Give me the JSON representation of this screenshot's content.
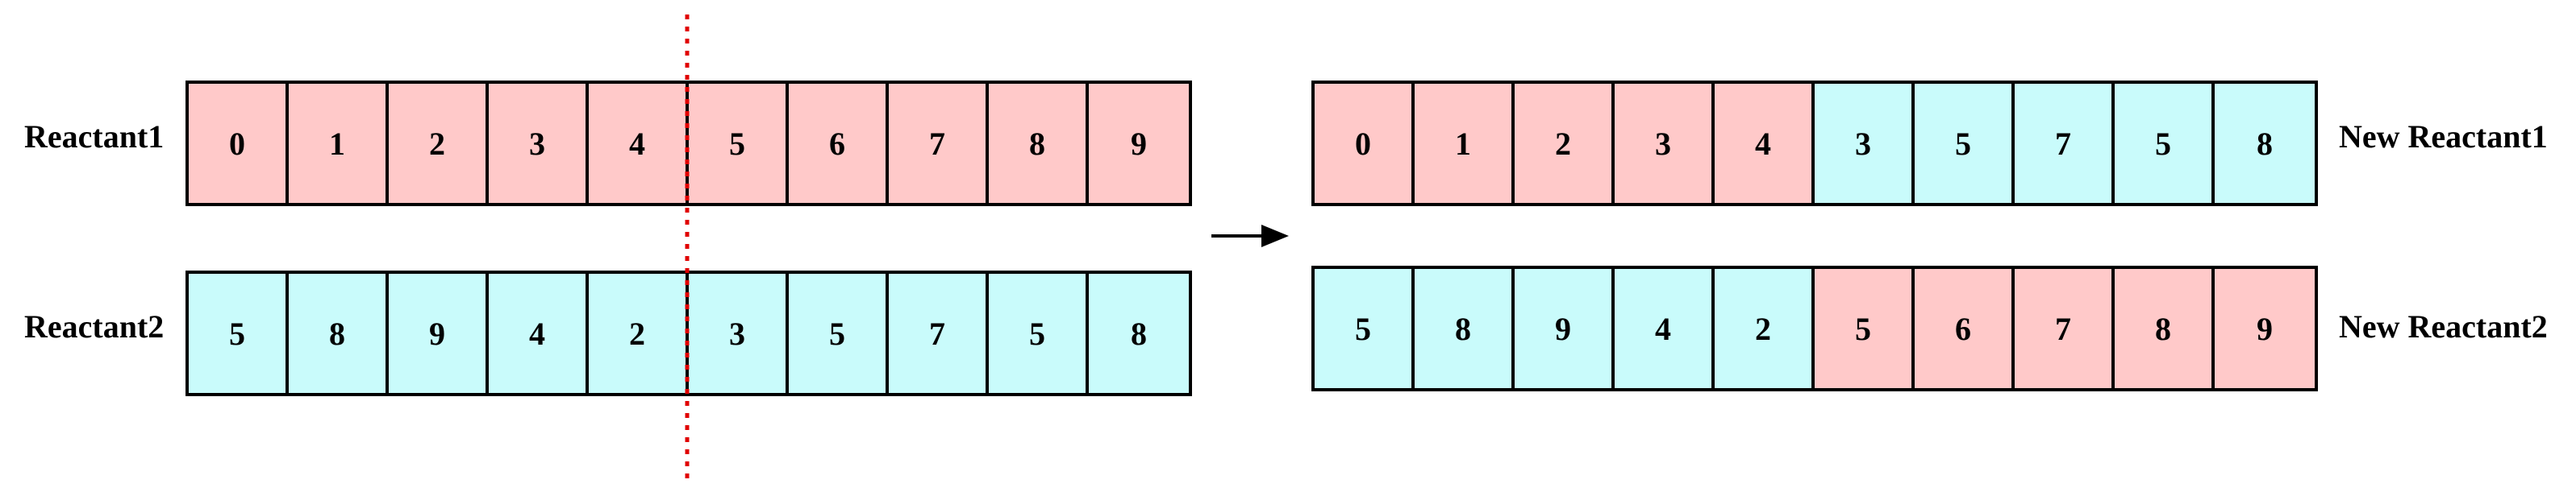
{
  "colors": {
    "parent1": "#ffc9c9",
    "parent2": "#c9fbfb",
    "border": "#000000",
    "cut_line": "#e00000"
  },
  "rows": [
    {
      "label": "Reactant1",
      "cells": [
        {
          "v": "0",
          "c": "parent1"
        },
        {
          "v": "1",
          "c": "parent1"
        },
        {
          "v": "2",
          "c": "parent1"
        },
        {
          "v": "3",
          "c": "parent1"
        },
        {
          "v": "4",
          "c": "parent1"
        },
        {
          "v": "5",
          "c": "parent1"
        },
        {
          "v": "6",
          "c": "parent1"
        },
        {
          "v": "7",
          "c": "parent1"
        },
        {
          "v": "8",
          "c": "parent1"
        },
        {
          "v": "9",
          "c": "parent1"
        }
      ]
    },
    {
      "label": "Reactant2",
      "cells": [
        {
          "v": "5",
          "c": "parent2"
        },
        {
          "v": "8",
          "c": "parent2"
        },
        {
          "v": "9",
          "c": "parent2"
        },
        {
          "v": "4",
          "c": "parent2"
        },
        {
          "v": "2",
          "c": "parent2"
        },
        {
          "v": "3",
          "c": "parent2"
        },
        {
          "v": "5",
          "c": "parent2"
        },
        {
          "v": "7",
          "c": "parent2"
        },
        {
          "v": "5",
          "c": "parent2"
        },
        {
          "v": "8",
          "c": "parent2"
        }
      ]
    },
    {
      "label": "New Reactant1",
      "cells": [
        {
          "v": "0",
          "c": "parent1"
        },
        {
          "v": "1",
          "c": "parent1"
        },
        {
          "v": "2",
          "c": "parent1"
        },
        {
          "v": "3",
          "c": "parent1"
        },
        {
          "v": "4",
          "c": "parent1"
        },
        {
          "v": "3",
          "c": "parent2"
        },
        {
          "v": "5",
          "c": "parent2"
        },
        {
          "v": "7",
          "c": "parent2"
        },
        {
          "v": "5",
          "c": "parent2"
        },
        {
          "v": "8",
          "c": "parent2"
        }
      ]
    },
    {
      "label": "New Reactant2",
      "cells": [
        {
          "v": "5",
          "c": "parent2"
        },
        {
          "v": "8",
          "c": "parent2"
        },
        {
          "v": "9",
          "c": "parent2"
        },
        {
          "v": "4",
          "c": "parent2"
        },
        {
          "v": "2",
          "c": "parent2"
        },
        {
          "v": "5",
          "c": "parent1"
        },
        {
          "v": "6",
          "c": "parent1"
        },
        {
          "v": "7",
          "c": "parent1"
        },
        {
          "v": "8",
          "c": "parent1"
        },
        {
          "v": "9",
          "c": "parent1"
        }
      ]
    }
  ]
}
